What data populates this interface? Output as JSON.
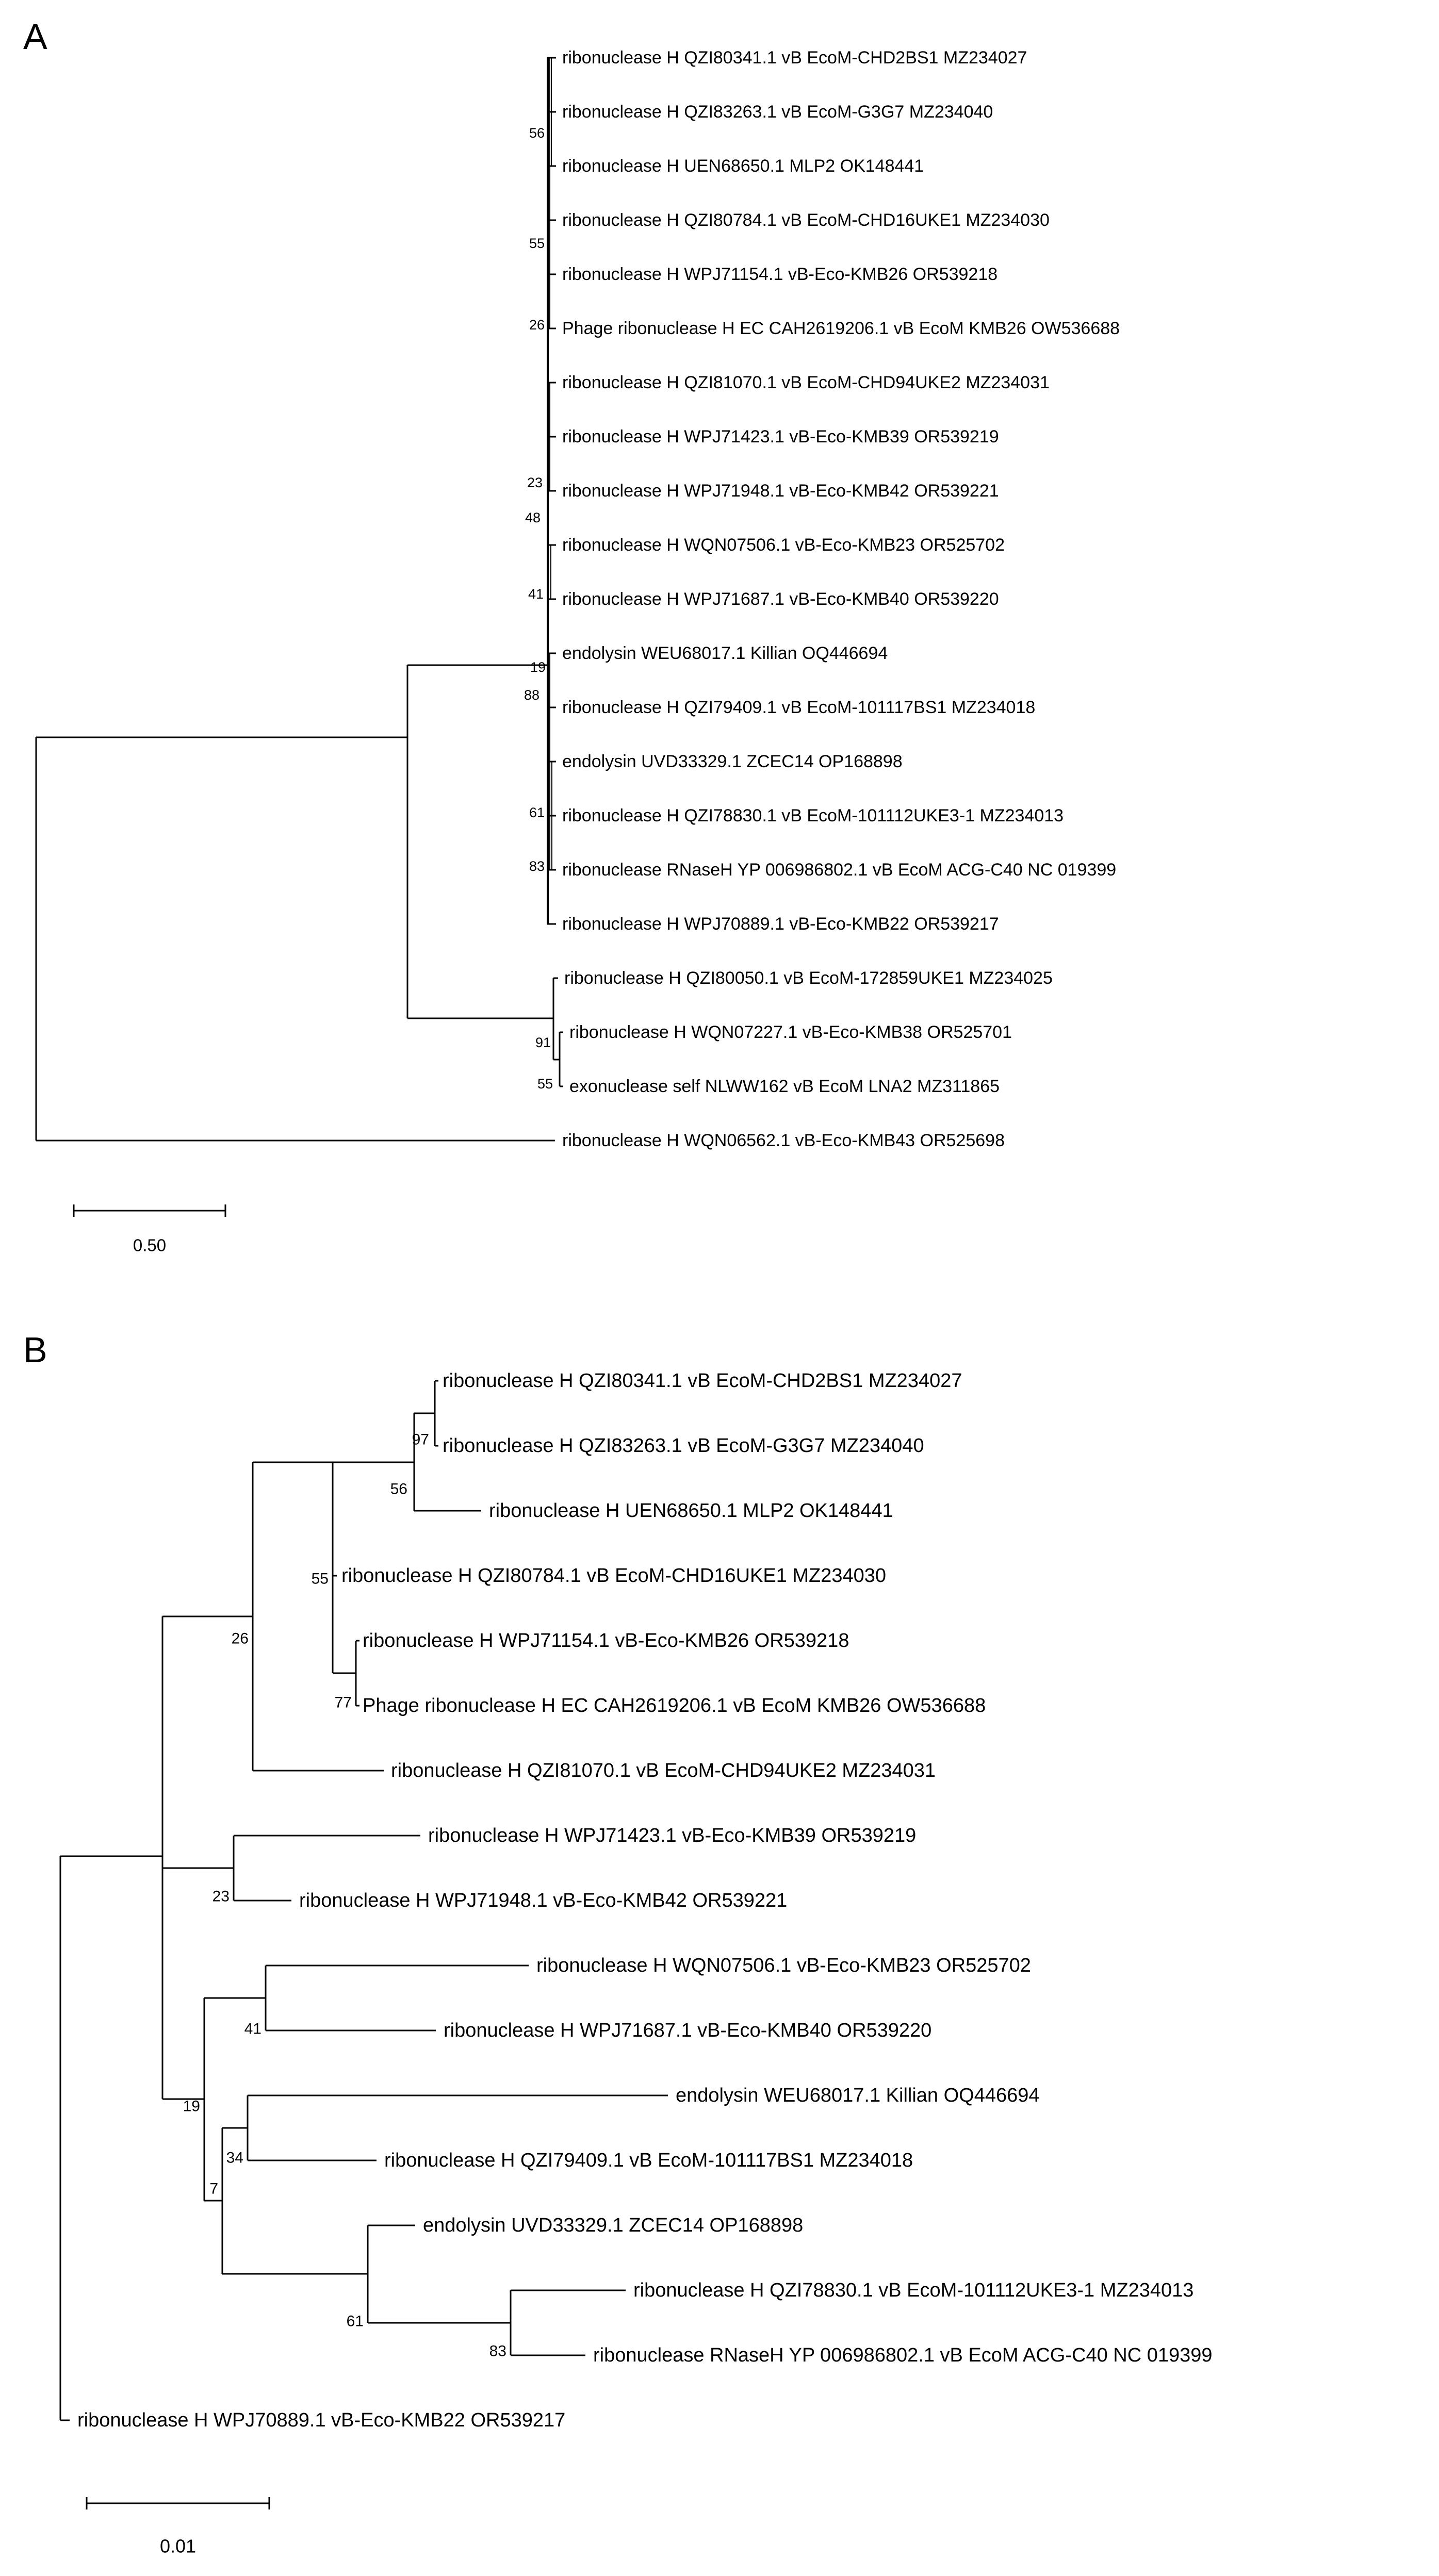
{
  "figure": {
    "background": "#ffffff",
    "line_color": "#000000",
    "panel_a": {
      "panel_label": "A",
      "scale_bar": {
        "label": "0.50"
      },
      "taxa": [
        "ribonuclease H QZI80341.1 vB EcoM-CHD2BS1 MZ234027",
        "ribonuclease H QZI83263.1 vB EcoM-G3G7 MZ234040",
        "ribonuclease H UEN68650.1 MLP2 OK148441",
        "ribonuclease H QZI80784.1 vB EcoM-CHD16UKE1 MZ234030",
        "ribonuclease H WPJ71154.1 vB-Eco-KMB26 OR539218",
        "Phage ribonuclease H EC CAH2619206.1 vB EcoM KMB26 OW536688",
        "ribonuclease H QZI81070.1 vB EcoM-CHD94UKE2 MZ234031",
        "ribonuclease H WPJ71423.1 vB-Eco-KMB39 OR539219",
        "ribonuclease H WPJ71948.1 vB-Eco-KMB42 OR539221",
        "ribonuclease H WQN07506.1 vB-Eco-KMB23 OR525702",
        "ribonuclease H WPJ71687.1 vB-Eco-KMB40 OR539220",
        "endolysin WEU68017.1 Killian OQ446694",
        "ribonuclease H QZI79409.1 vB EcoM-101117BS1 MZ234018",
        "endolysin UVD33329.1 ZCEC14 OP168898",
        "ribonuclease H QZI78830.1 vB EcoM-101112UKE3-1 MZ234013",
        "ribonuclease RNaseH YP 006986802.1 vB EcoM ACG-C40 NC 019399",
        "ribonuclease H WPJ70889.1 vB-Eco-KMB22 OR539217",
        "ribonuclease H QZI80050.1 vB EcoM-172859UKE1 MZ234025",
        "ribonuclease H WQN07227.1 vB-Eco-KMB38 OR525701",
        "exonuclease self NLWW162 vB EcoM LNA2 MZ311865",
        "ribonuclease H WQN06562.1 vB-Eco-KMB43 OR525698"
      ],
      "bootstraps": [
        "56",
        "55",
        "26",
        "23",
        "48",
        "41",
        "19",
        "88",
        "61",
        "83",
        "91",
        "55"
      ]
    },
    "panel_b": {
      "panel_label": "B",
      "scale_bar": {
        "label": "0.01"
      },
      "taxa": [
        "ribonuclease H QZI80341.1 vB EcoM-CHD2BS1 MZ234027",
        "ribonuclease H QZI83263.1 vB EcoM-G3G7 MZ234040",
        "ribonuclease H UEN68650.1 MLP2 OK148441",
        "ribonuclease H QZI80784.1 vB EcoM-CHD16UKE1 MZ234030",
        "ribonuclease H WPJ71154.1 vB-Eco-KMB26 OR539218",
        "Phage ribonuclease H EC CAH2619206.1 vB EcoM KMB26 OW536688",
        "ribonuclease H QZI81070.1 vB EcoM-CHD94UKE2 MZ234031",
        "ribonuclease H WPJ71423.1 vB-Eco-KMB39 OR539219",
        "ribonuclease H WPJ71948.1 vB-Eco-KMB42 OR539221",
        "ribonuclease H WQN07506.1 vB-Eco-KMB23 OR525702",
        "ribonuclease H WPJ71687.1 vB-Eco-KMB40 OR539220",
        "endolysin WEU68017.1 Killian OQ446694",
        "ribonuclease H QZI79409.1 vB EcoM-101117BS1 MZ234018",
        "endolysin UVD33329.1 ZCEC14 OP168898",
        "ribonuclease H QZI78830.1 vB EcoM-101112UKE3-1 MZ234013",
        "ribonuclease RNaseH YP 006986802.1 vB EcoM ACG-C40 NC 019399",
        "ribonuclease H WPJ70889.1 vB-Eco-KMB22 OR539217"
      ],
      "bootstraps": [
        "97",
        "56",
        "55",
        "77",
        "26",
        "23",
        "41",
        "19",
        "34",
        "7",
        "61",
        "83"
      ]
    }
  }
}
